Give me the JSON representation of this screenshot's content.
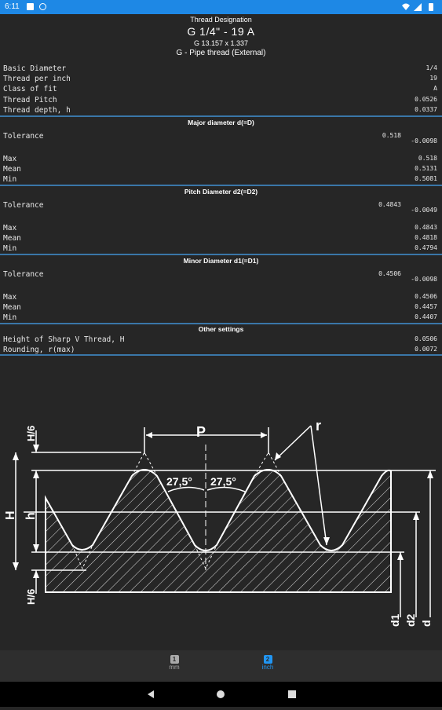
{
  "status": {
    "time": "6:11"
  },
  "header": {
    "caption": "Thread Designation",
    "designation": "G 1/4\" - 19   A",
    "sub": "G 13.157 x 1.337",
    "type": "G - Pipe thread (External)"
  },
  "basic": [
    {
      "label": "Basic Diameter",
      "value": "1/4"
    },
    {
      "label": "Thread per inch",
      "value": "19"
    },
    {
      "label": "Class of fit",
      "value": "A"
    },
    {
      "label": "Thread Pitch",
      "value": "0.0526"
    },
    {
      "label": "Thread depth, h",
      "value": "0.0337"
    }
  ],
  "major": {
    "title": "Major diameter d(=D)",
    "tolerance_label": "Tolerance",
    "tol_upper": "0.518",
    "tol_lower": "-0.0098",
    "max_label": "Max",
    "max": "0.518",
    "mean_label": "Mean",
    "mean": "0.5131",
    "min_label": "Min",
    "min": "0.5081"
  },
  "pitch": {
    "title": "Pitch Diameter d2(=D2)",
    "tolerance_label": "Tolerance",
    "tol_upper": "0.4843",
    "tol_lower": "-0.0049",
    "max_label": "Max",
    "max": "0.4843",
    "mean_label": "Mean",
    "mean": "0.4818",
    "min_label": "Min",
    "min": "0.4794"
  },
  "minor": {
    "title": "Minor Diameter d1(=D1)",
    "tolerance_label": "Tolerance",
    "tol_upper": "0.4506",
    "tol_lower": "-0.0098",
    "max_label": "Max",
    "max": "0.4506",
    "mean_label": "Mean",
    "mean": "0.4457",
    "min_label": "Min",
    "min": "0.4407"
  },
  "other": {
    "title": "Other settings",
    "items": [
      {
        "label": "Height of Sharp V Thread, H",
        "value": "0.0506"
      },
      {
        "label": "Rounding, r(max)",
        "value": "0.0072"
      }
    ]
  },
  "diagram": {
    "labels": {
      "p": "P",
      "r": "r",
      "h_big": "H",
      "h_small": "h",
      "h6_top": "H/6",
      "h6_bot": "H/6",
      "angle_left": "27,5°",
      "angle_right": "27,5°",
      "d1": "d1",
      "d2": "d2",
      "d": "d"
    }
  },
  "nav": {
    "mm": {
      "label": "mm",
      "icon": "1"
    },
    "inch": {
      "label": "inch",
      "icon": "2"
    },
    "active_color": "#2196f3"
  }
}
